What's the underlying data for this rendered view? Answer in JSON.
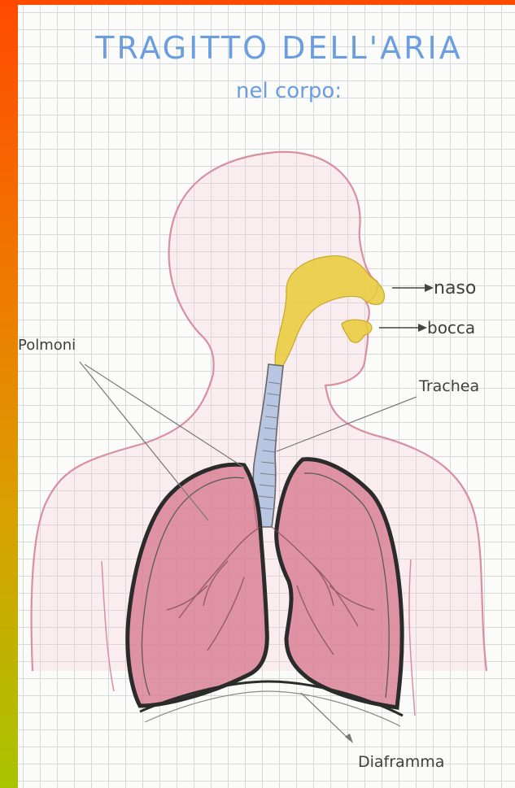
{
  "title": "TRAGITTO DELL'ARIA",
  "subtitle": "nel corpo:",
  "labels": {
    "naso": "naso",
    "bocca": "bocca",
    "trachea": "Trachea",
    "polmoni": "Polmoni",
    "diaframma": "Diaframma"
  },
  "colors": {
    "title": "#6a9ee0",
    "body_outline": "#d98fa0",
    "lungs": "#d9788f",
    "nasal": "#e8cc3c",
    "trachea": "#b8c6e2",
    "pencil": "#555555"
  }
}
